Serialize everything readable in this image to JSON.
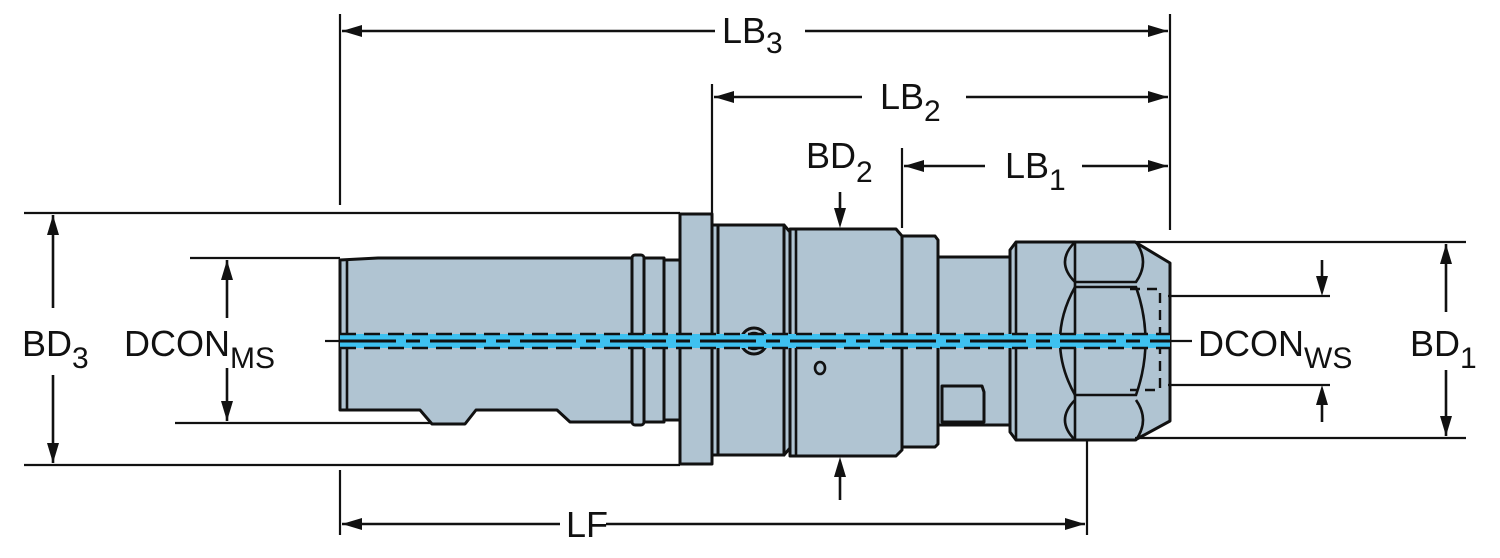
{
  "diagram": {
    "subject": "tool holder side view with dimension callouts",
    "colors": {
      "body_fill": "#b0c4d2",
      "coolant_channel": "#3ec1f0",
      "line": "#111111",
      "background": "#ffffff"
    },
    "dimensions": {
      "LB3": {
        "base": "LB",
        "sub": "3"
      },
      "LB2": {
        "base": "LB",
        "sub": "2"
      },
      "LB1": {
        "base": "LB",
        "sub": "1"
      },
      "BD2": {
        "base": "BD",
        "sub": "2"
      },
      "BD3": {
        "base": "BD",
        "sub": "3"
      },
      "BD1": {
        "base": "BD",
        "sub": "1"
      },
      "DCON_MS": {
        "base": "DCON",
        "sub": "MS"
      },
      "DCON_WS": {
        "base": "DCON",
        "sub": "WS"
      },
      "LF": {
        "base": "LF",
        "sub": ""
      }
    }
  }
}
